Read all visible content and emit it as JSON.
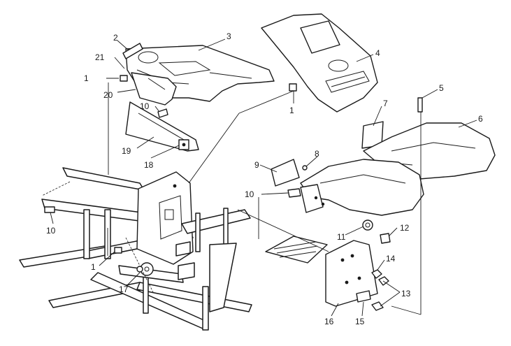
{
  "callouts": [
    {
      "id": "c1a",
      "label": "1"
    },
    {
      "id": "c1b",
      "label": "1"
    },
    {
      "id": "c1c",
      "label": "1"
    },
    {
      "id": "c2",
      "label": "2"
    },
    {
      "id": "c3",
      "label": "3"
    },
    {
      "id": "c4",
      "label": "4"
    },
    {
      "id": "c5",
      "label": "5"
    },
    {
      "id": "c6",
      "label": "6"
    },
    {
      "id": "c7",
      "label": "7"
    },
    {
      "id": "c8",
      "label": "8"
    },
    {
      "id": "c9",
      "label": "9"
    },
    {
      "id": "c10a",
      "label": "10"
    },
    {
      "id": "c10b",
      "label": "10"
    },
    {
      "id": "c10c",
      "label": "10"
    },
    {
      "id": "c11",
      "label": "11"
    },
    {
      "id": "c12",
      "label": "12"
    },
    {
      "id": "c13",
      "label": "13"
    },
    {
      "id": "c14",
      "label": "14"
    },
    {
      "id": "c15",
      "label": "15"
    },
    {
      "id": "c16",
      "label": "16"
    },
    {
      "id": "c17",
      "label": "17"
    },
    {
      "id": "c18",
      "label": "18"
    },
    {
      "id": "c19",
      "label": "19"
    },
    {
      "id": "c20",
      "label": "20"
    },
    {
      "id": "c21",
      "label": "21"
    }
  ]
}
